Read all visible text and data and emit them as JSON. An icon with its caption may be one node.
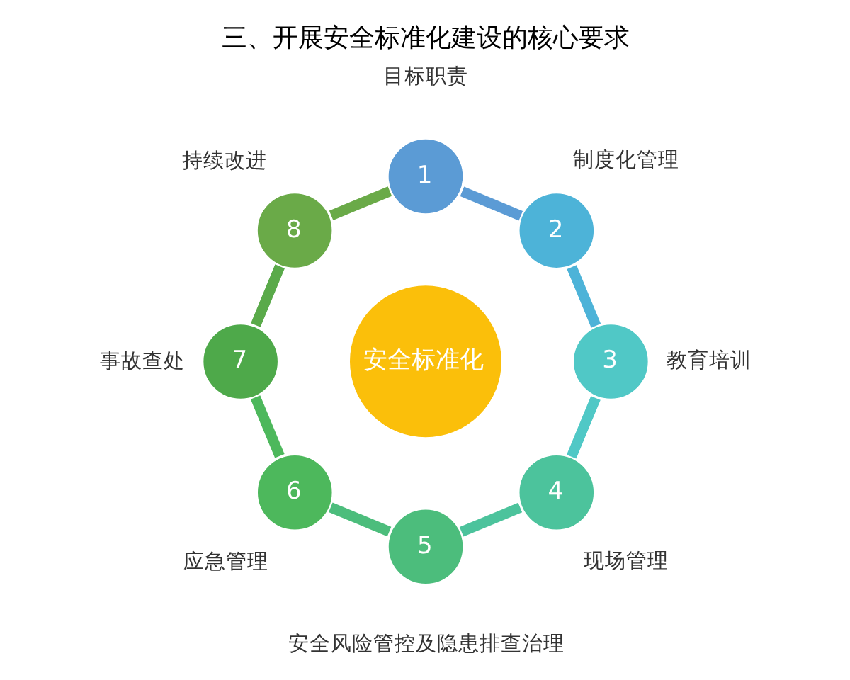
{
  "diagram": {
    "title": "三、开展安全标准化建设的核心要求",
    "nodes": [
      {
        "text": [
          "1"
        ],
        "beside": [
          "目标职责"
        ]
      },
      {
        "text": [
          "2"
        ],
        "beside": [
          "制度化管理"
        ]
      },
      {
        "text": [
          "3"
        ],
        "beside": [
          "教育培训"
        ]
      },
      {
        "text": [
          "4"
        ],
        "beside": [
          "现场管理"
        ]
      },
      {
        "text": [
          "5"
        ],
        "beside": [
          "安全风险管控及隐患排查治理"
        ]
      },
      {
        "text": [
          "6"
        ],
        "beside": [
          "应急管理"
        ]
      },
      {
        "text": [
          "7"
        ],
        "beside": [
          "事故查处"
        ]
      },
      {
        "text": [
          "8"
        ],
        "beside": [
          "持续改进"
        ]
      },
      {
        "text": [
          "安全标准化"
        ]
      }
    ],
    "edges": [
      {
        "from": 0,
        "to": 1,
        "arrow": "none",
        "color": "#5b9bd5"
      },
      {
        "from": 1,
        "to": 2,
        "arrow": "none",
        "color": "#4db3d8"
      },
      {
        "from": 2,
        "to": 3,
        "arrow": "none",
        "color": "#50c8c6"
      },
      {
        "from": 3,
        "to": 4,
        "arrow": "none",
        "color": "#4cc39c"
      },
      {
        "from": 4,
        "to": 5,
        "arrow": "none",
        "color": "#4cbd7c"
      },
      {
        "from": 5,
        "to": 6,
        "arrow": "none",
        "color": "#4db85c"
      },
      {
        "from": 6,
        "to": 7,
        "arrow": "none",
        "color": "#5aaa4a"
      },
      {
        "from": 7,
        "to": 0,
        "arrow": "none",
        "color": "#6aaa48"
      }
    ]
  }
}
